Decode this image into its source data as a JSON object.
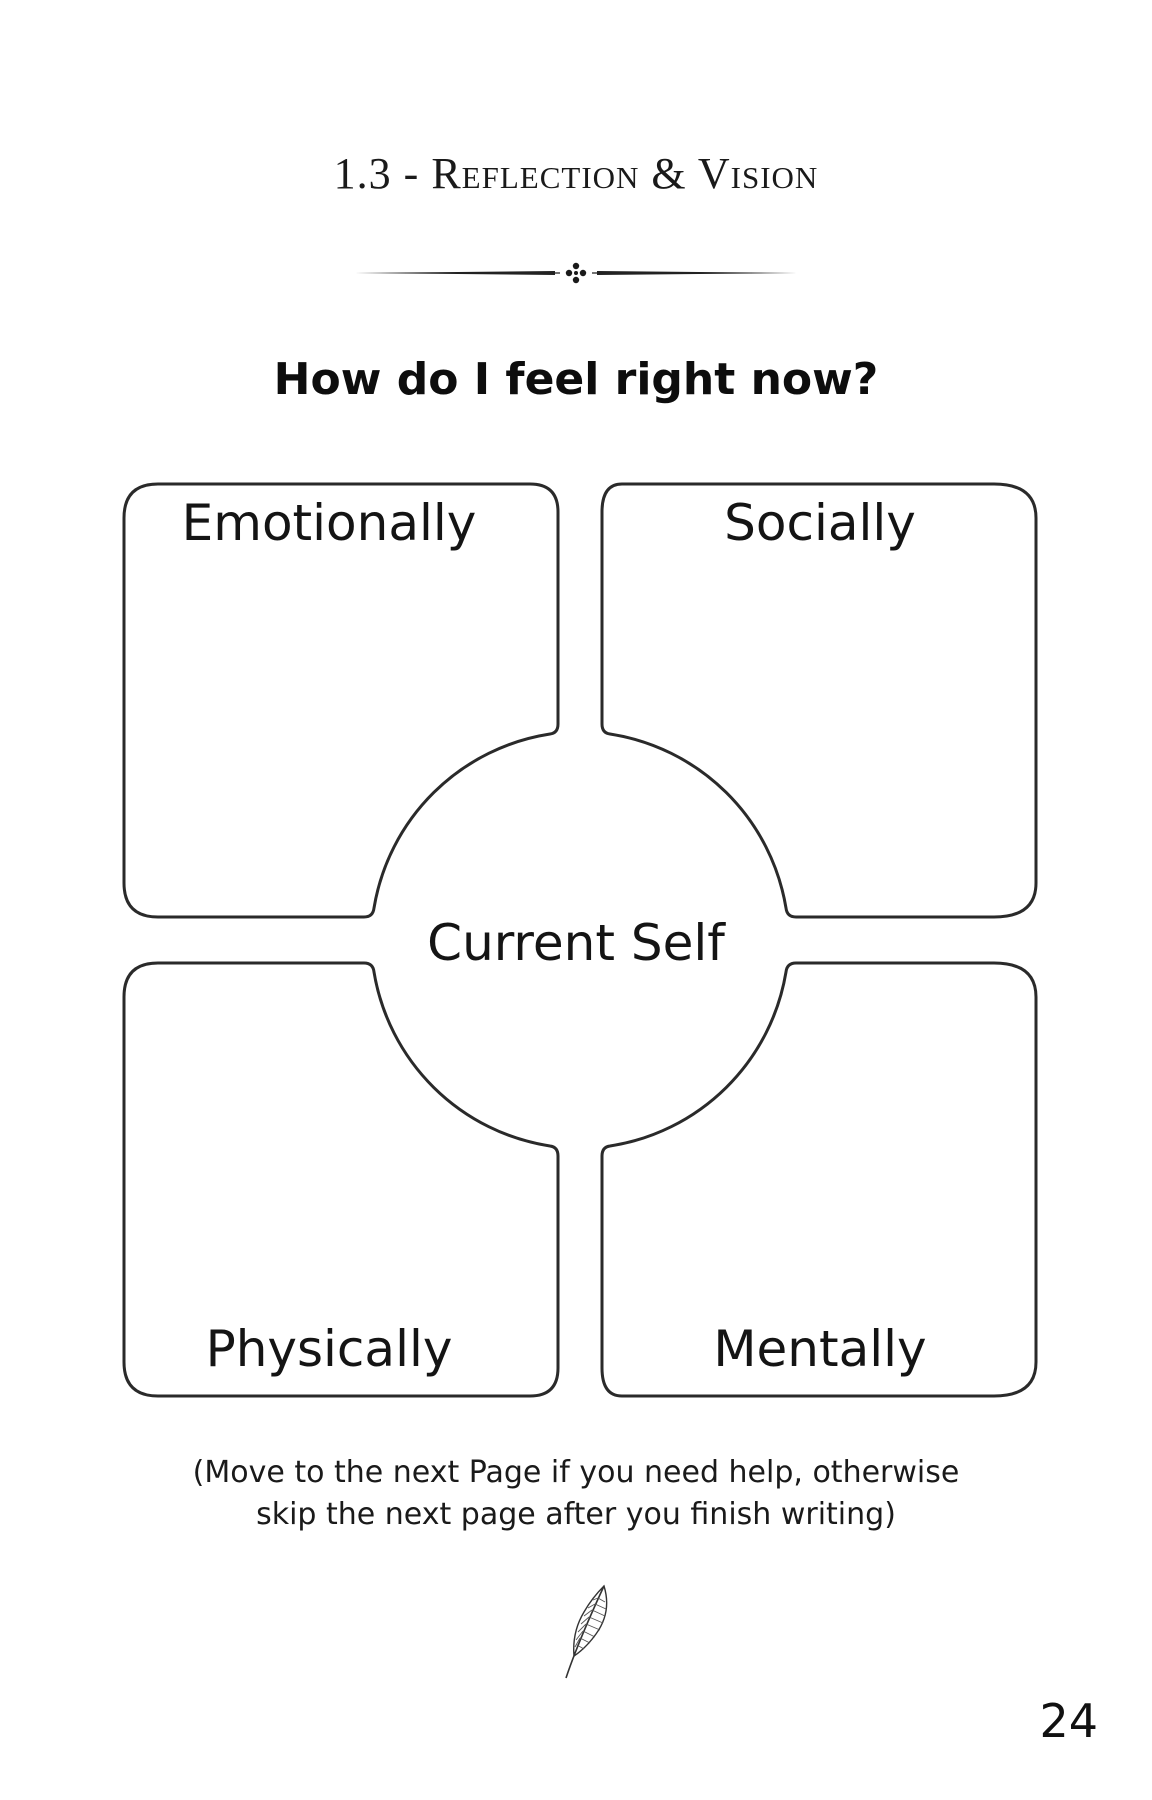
{
  "header": {
    "section_title": "1.3 - Reflection & Vision"
  },
  "question": "How do I feel right now?",
  "diagram": {
    "quadrants": {
      "top_left": "Emotionally",
      "top_right": "Socially",
      "bottom_left": "Physically",
      "bottom_right": "Mentally"
    },
    "center": "Current Self"
  },
  "note": {
    "line1": "(Move to the next Page if you need help, otherwise",
    "line2": "skip the next page after you finish writing)"
  },
  "icons": {
    "divider": "ornament-divider-icon",
    "footer": "feather-icon"
  },
  "page_number": "24"
}
